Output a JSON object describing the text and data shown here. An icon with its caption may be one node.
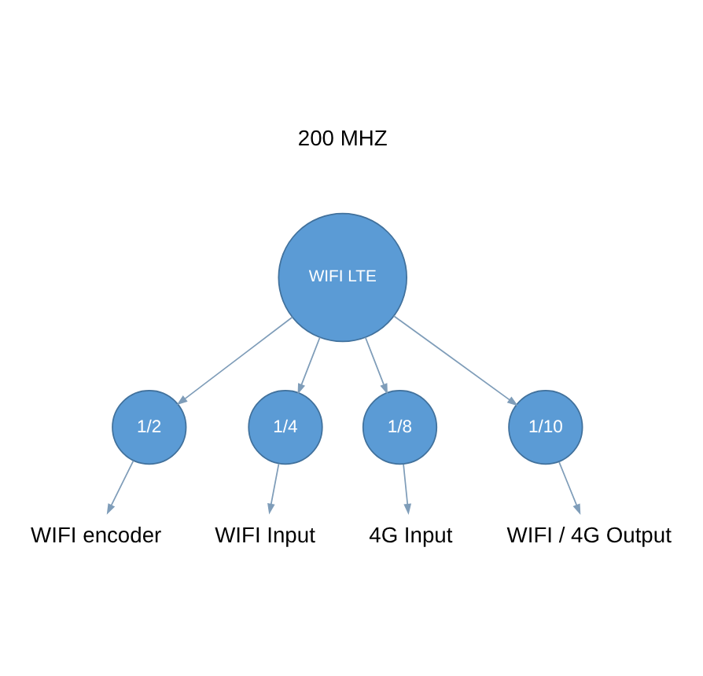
{
  "diagram": {
    "nodes": [
      {
        "text": [
          "WIFI LTE"
        ],
        "beside": [
          "200 MHZ"
        ]
      },
      {
        "text": [
          "1/2"
        ]
      },
      {
        "text": [
          "1/4"
        ]
      },
      {
        "text": [
          "1/8"
        ]
      },
      {
        "text": [
          "1/10"
        ]
      },
      {
        "text": [
          "WIFI encoder"
        ]
      },
      {
        "text": [
          "WIFI Input"
        ]
      },
      {
        "text": [
          "4G Input"
        ]
      },
      {
        "text": [
          "WIFI / 4G Output"
        ]
      }
    ],
    "edges": [
      {
        "from": 0,
        "to": 1,
        "arrow": "to"
      },
      {
        "from": 0,
        "to": 2,
        "arrow": "to"
      },
      {
        "from": 0,
        "to": 3,
        "arrow": "to"
      },
      {
        "from": 0,
        "to": 4,
        "arrow": "to"
      },
      {
        "from": 1,
        "to": 5,
        "arrow": "to"
      },
      {
        "from": 2,
        "to": 6,
        "arrow": "to"
      },
      {
        "from": 3,
        "to": 7,
        "arrow": "to"
      },
      {
        "from": 4,
        "to": 8,
        "arrow": "to"
      }
    ]
  }
}
